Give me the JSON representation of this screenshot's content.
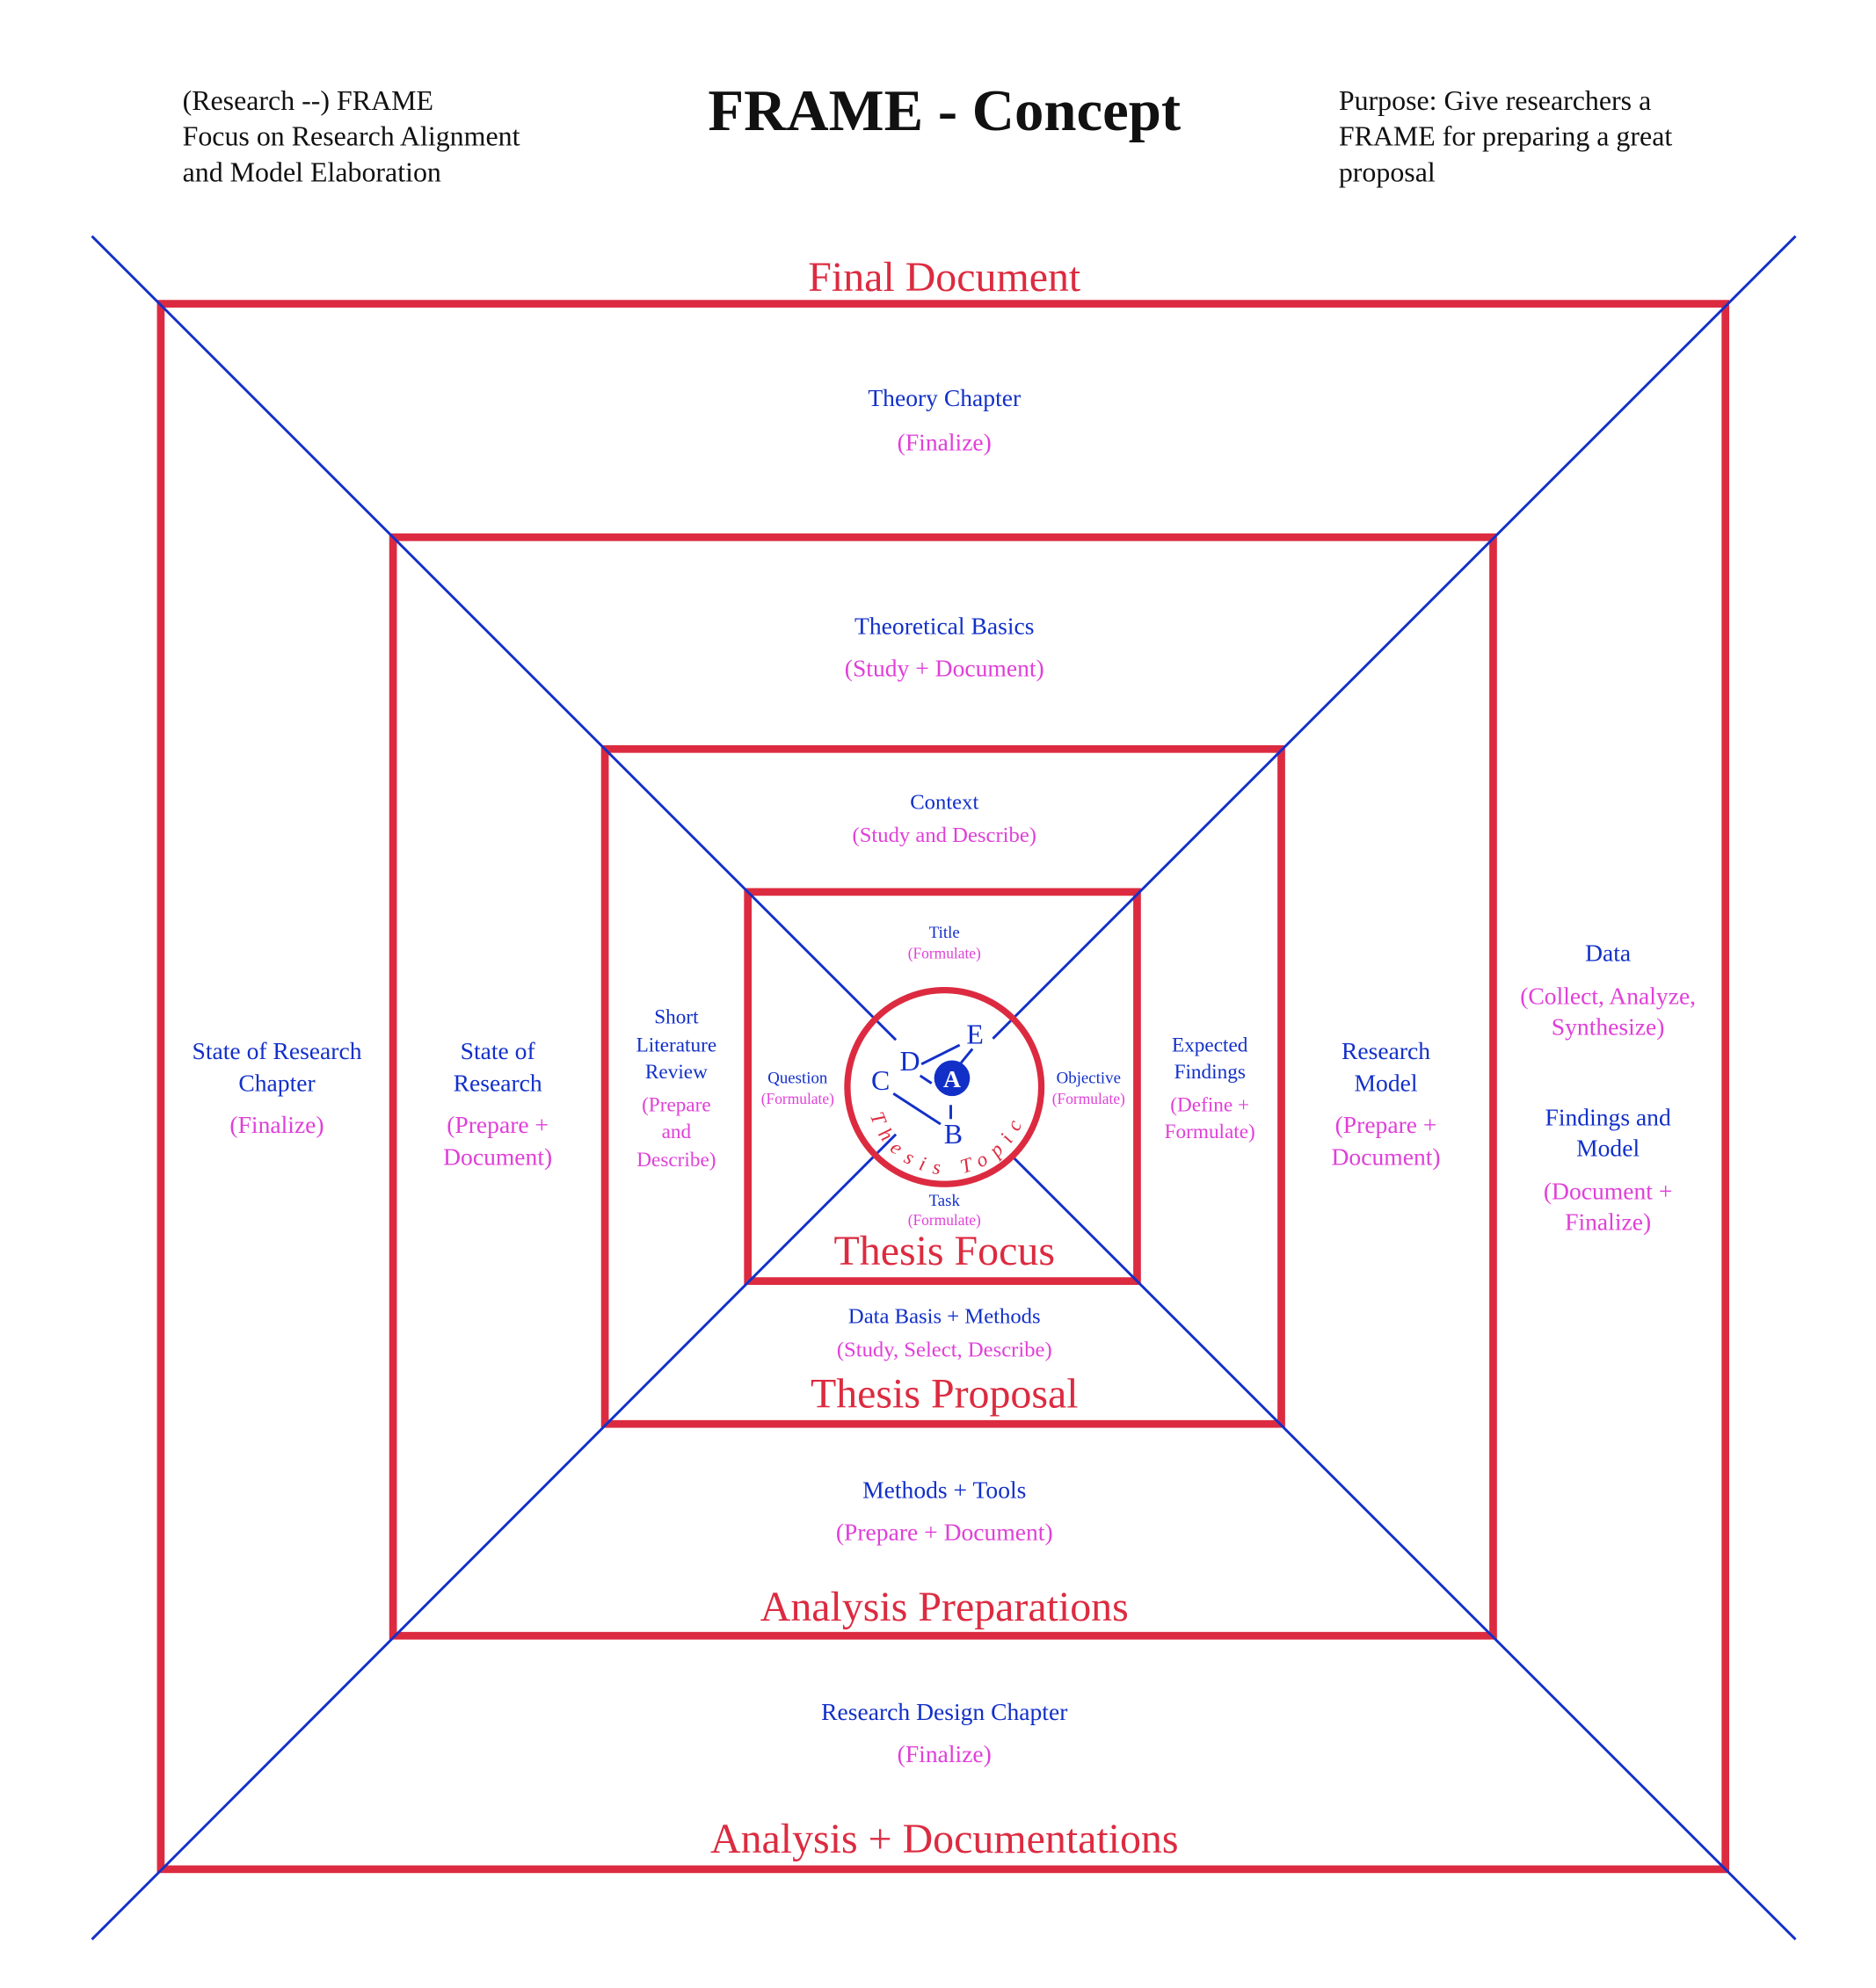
{
  "header": {
    "left_lines": [
      "(Research --) FRAME",
      "Focus on Research Alignment",
      "and Model Elaboration"
    ],
    "title": "FRAME - Concept",
    "right_lines": [
      "Purpose: Give researchers a",
      "FRAME for preparing a great",
      "proposal"
    ]
  },
  "frames": {
    "outer_top": "Final Document",
    "outer_bottom": "Analysis + Documentations",
    "second_bottom": "Analysis Preparations",
    "third_bottom": "Thesis Proposal",
    "inner_bottom": "Thesis Focus"
  },
  "sections": {
    "theory_chapter": {
      "label": "Theory Chapter",
      "action": "(Finalize)"
    },
    "theoretical_basics": {
      "label": "Theoretical Basics",
      "action": "(Study + Document)"
    },
    "context": {
      "label": "Context",
      "action": "(Study and Describe)"
    },
    "title": {
      "label": "Title",
      "action": "(Formulate)"
    },
    "state_of_research_chapter": {
      "label": [
        "State of Research",
        "Chapter"
      ],
      "action": "(Finalize)"
    },
    "state_of_research": {
      "label": [
        "State of",
        "Research"
      ],
      "action": [
        "(Prepare +",
        "Document)"
      ]
    },
    "short_literature_review": {
      "label": [
        "Short",
        "Literature",
        "Review"
      ],
      "action": [
        "(Prepare",
        "and",
        "Describe)"
      ]
    },
    "question": {
      "label": "Question",
      "action": "(Formulate)"
    },
    "objective": {
      "label": "Objective",
      "action": "(Formulate)"
    },
    "expected_findings": {
      "label": [
        "Expected",
        "Findings"
      ],
      "action": [
        "(Define +",
        "Formulate)"
      ]
    },
    "research_model": {
      "label": [
        "Research",
        "Model"
      ],
      "action": [
        "(Prepare +",
        "Document)"
      ]
    },
    "data": {
      "label": "Data",
      "action": [
        "(Collect, Analyze,",
        "Synthesize)"
      ]
    },
    "findings_and_model": {
      "label": [
        "Findings and",
        "Model"
      ],
      "action": [
        "(Document +",
        "Finalize)"
      ]
    },
    "task": {
      "label": "Task",
      "action": "(Formulate)"
    },
    "data_basis_methods": {
      "label": "Data Basis + Methods",
      "action": "(Study, Select, Describe)"
    },
    "methods_tools": {
      "label": "Methods + Tools",
      "action": "(Prepare + Document)"
    },
    "research_design_chapter": {
      "label": "Research Design Chapter",
      "action": "(Finalize)"
    }
  },
  "core": {
    "topic_label": "Thesis Topic",
    "nodes": [
      "A",
      "B",
      "C",
      "D",
      "E"
    ]
  },
  "colors": {
    "frame": "#dc2b40",
    "label": "#1230c8",
    "action": "#e040d8"
  }
}
